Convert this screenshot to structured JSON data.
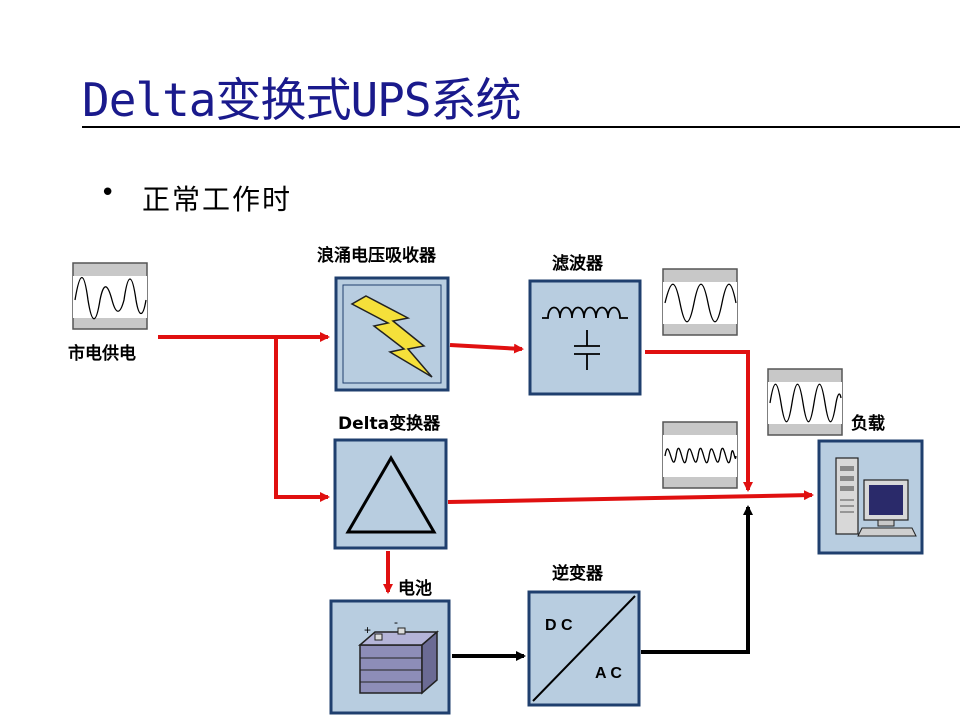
{
  "title": "Delta变换式UPS系统",
  "bullet": {
    "marker": "•",
    "text": "正常工作时"
  },
  "labels": {
    "mains": "市电供电",
    "surge": "浪涌电压吸收器",
    "filter": "滤波器",
    "delta": "Delta变换器",
    "battery": "电池",
    "inverter": "逆变器",
    "load": "负载"
  },
  "inverter_box": {
    "dc": "D C",
    "ac": "A C"
  },
  "battery_box": {
    "plus": "+",
    "minus": "-"
  },
  "colors": {
    "title": "#1a1a8c",
    "power_line": "#e01010",
    "dc_line": "#000000",
    "box_fill": "#b8cde0",
    "box_border": "#1f3f6e"
  }
}
